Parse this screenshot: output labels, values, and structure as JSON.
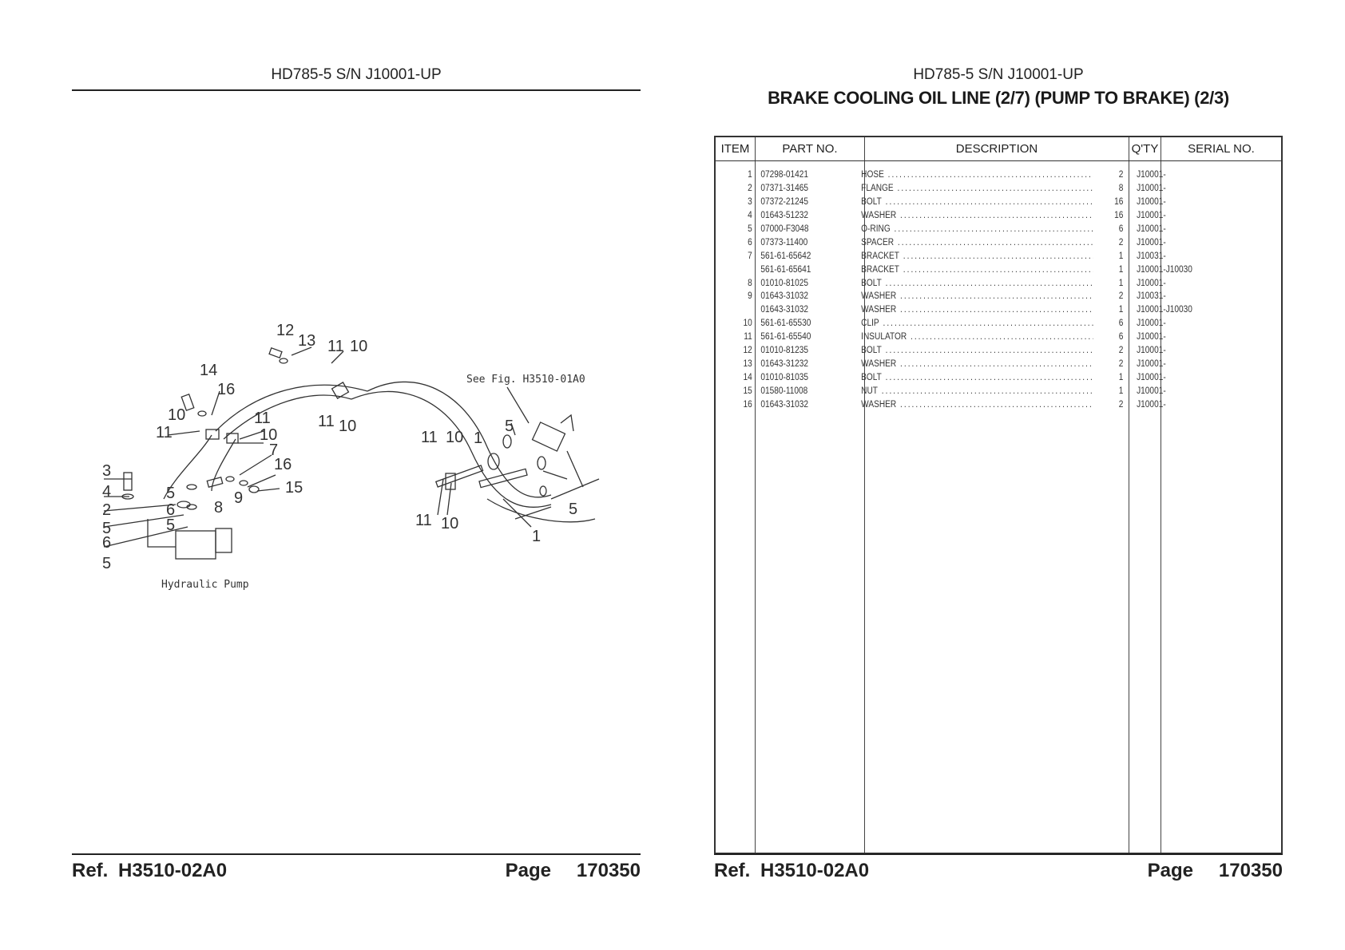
{
  "left_page": {
    "model_header": "HD785-5 S/N J10001-UP",
    "diagram": {
      "callouts": [
        "12",
        "13",
        "11",
        "10",
        "14",
        "16",
        "10",
        "11",
        "11",
        "10",
        "11",
        "10",
        "7",
        "16",
        "15",
        "3",
        "4",
        "2",
        "5",
        "6",
        "5",
        "6",
        "5",
        "8",
        "9",
        "11",
        "10",
        "1",
        "5",
        "11",
        "10",
        "1",
        "5"
      ],
      "annotations": {
        "see_fig": "See Fig. H3510-01A0",
        "pump_label": "Hydraulic Pump"
      }
    },
    "footer": {
      "ref_label": "Ref.",
      "ref_value": "H3510-02A0",
      "page_label": "Page",
      "page_value": "170350"
    }
  },
  "right_page": {
    "model_header": "HD785-5 S/N J10001-UP",
    "title": "BRAKE COOLING OIL LINE (2/7) (PUMP TO BRAKE) (2/3)",
    "table": {
      "headers": {
        "item": "ITEM",
        "part_no": "PART NO.",
        "description": "DESCRIPTION",
        "qty": "Q'TY",
        "serial_no": "SERIAL NO."
      },
      "rows": [
        {
          "item": "1",
          "part_no": "07298-01421",
          "description": "HOSE",
          "qty": "2",
          "serial": "J10001-"
        },
        {
          "item": "2",
          "part_no": "07371-31465",
          "description": "FLANGE",
          "qty": "8",
          "serial": "J10001-"
        },
        {
          "item": "3",
          "part_no": "07372-21245",
          "description": "BOLT",
          "qty": "16",
          "serial": "J10001-"
        },
        {
          "item": "4",
          "part_no": "01643-51232",
          "description": "WASHER",
          "qty": "16",
          "serial": "J10001-"
        },
        {
          "item": "5",
          "part_no": "07000-F3048",
          "description": "O-RING",
          "qty": "6",
          "serial": "J10001-"
        },
        {
          "item": "6",
          "part_no": "07373-11400",
          "description": "SPACER",
          "qty": "2",
          "serial": "J10001-"
        },
        {
          "item": "7",
          "part_no": "561-61-65642",
          "description": "BRACKET",
          "qty": "1",
          "serial": "J10031-"
        },
        {
          "item": "",
          "part_no": "561-61-65641",
          "description": "BRACKET",
          "qty": "1",
          "serial": "J10001-J10030"
        },
        {
          "item": "8",
          "part_no": "01010-81025",
          "description": "BOLT",
          "qty": "1",
          "serial": "J10001-"
        },
        {
          "item": "9",
          "part_no": "01643-31032",
          "description": "WASHER",
          "qty": "2",
          "serial": "J10031-"
        },
        {
          "item": "",
          "part_no": "01643-31032",
          "description": "WASHER",
          "qty": "1",
          "serial": "J10001-J10030"
        },
        {
          "item": "10",
          "part_no": "561-61-65530",
          "description": "CLIP",
          "qty": "6",
          "serial": "J10001-"
        },
        {
          "item": "11",
          "part_no": "561-61-65540",
          "description": "INSULATOR",
          "qty": "6",
          "serial": "J10001-"
        },
        {
          "item": "12",
          "part_no": "01010-81235",
          "description": "BOLT",
          "qty": "2",
          "serial": "J10001-"
        },
        {
          "item": "13",
          "part_no": "01643-31232",
          "description": "WASHER",
          "qty": "2",
          "serial": "J10001-"
        },
        {
          "item": "14",
          "part_no": "01010-81035",
          "description": "BOLT",
          "qty": "1",
          "serial": "J10001-"
        },
        {
          "item": "15",
          "part_no": "01580-11008",
          "description": "NUT",
          "qty": "1",
          "serial": "J10001-"
        },
        {
          "item": "16",
          "part_no": "01643-31032",
          "description": "WASHER",
          "qty": "2",
          "serial": "J10001-"
        }
      ]
    },
    "footer": {
      "ref_label": "Ref.",
      "ref_value": "H3510-02A0",
      "page_label": "Page",
      "page_value": "170350"
    }
  }
}
